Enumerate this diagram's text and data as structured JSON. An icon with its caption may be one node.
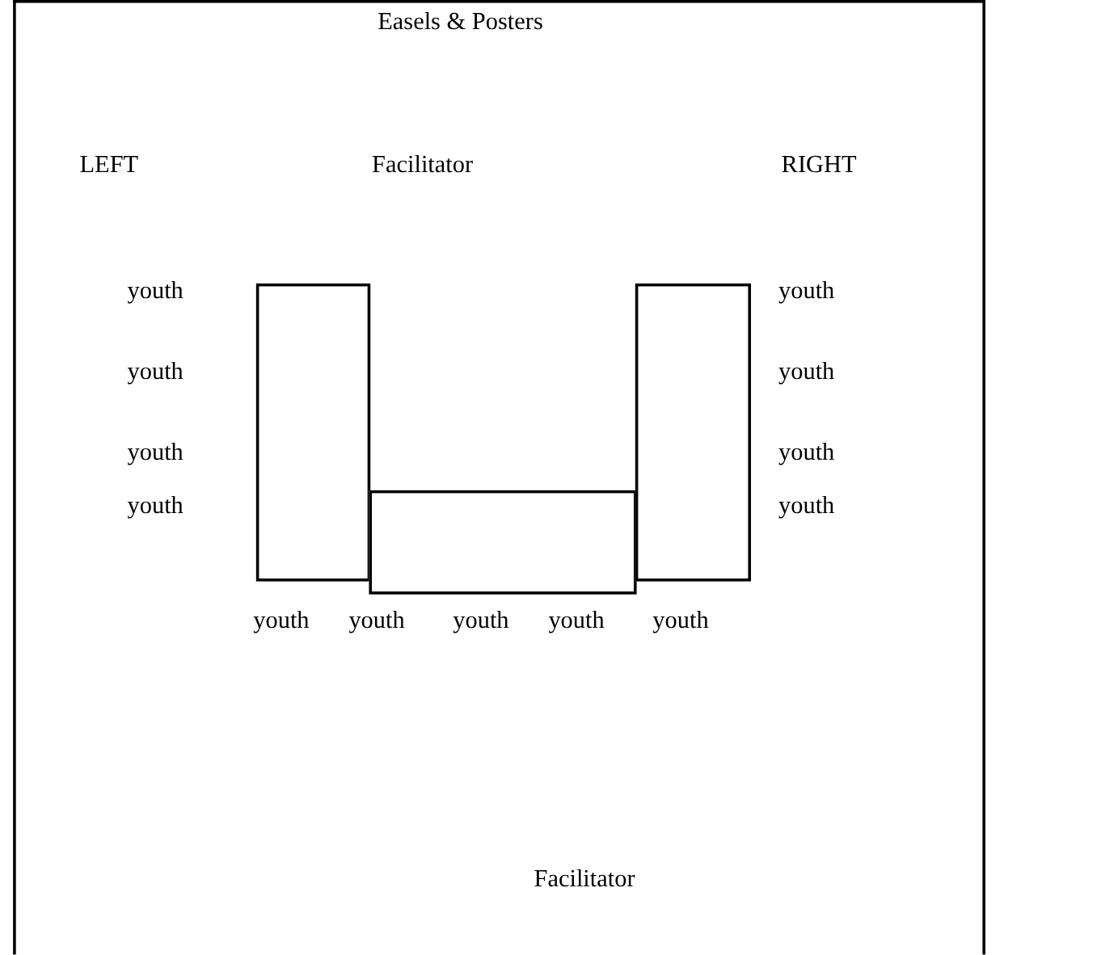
{
  "diagram": {
    "nodes": [
      {
        "text": [],
        "shape": "box"
      },
      {
        "text": [],
        "shape": "box"
      },
      {
        "text": [],
        "shape": "box"
      }
    ],
    "labels": [
      "Easels & Posters",
      "LEFT",
      "Facilitator",
      "RIGHT",
      "youth",
      "youth",
      "youth",
      "youth",
      "youth",
      "youth",
      "youth",
      "youth",
      "youth",
      "youth",
      "youth",
      "youth",
      "youth",
      "Facilitator"
    ]
  }
}
